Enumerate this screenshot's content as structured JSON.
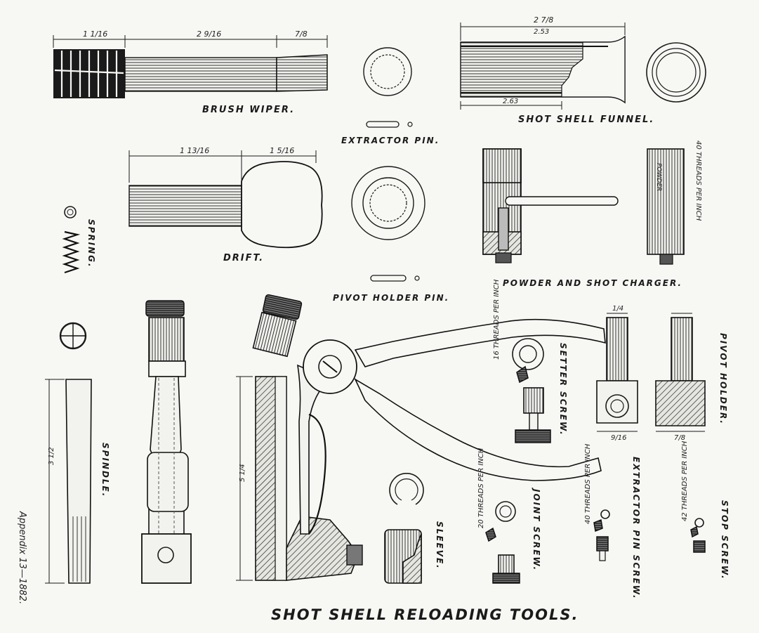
{
  "title": "SHOT SHELL RELOADING TOOLS.",
  "margin_note": "Appendix 13—1882.",
  "parts": {
    "brush_wiper": "BRUSH WIPER.",
    "extractor_pin": "EXTRACTOR PIN.",
    "shot_shell_funnel": "SHOT SHELL FUNNEL.",
    "drift": "DRIFT.",
    "spring": "SPRING.",
    "pivot_holder_pin": "PIVOT HOLDER PIN.",
    "powder_and_shot_charger": "POWDER AND SHOT CHARGER.",
    "spindle": "SPINDLE.",
    "setter_screw": "SETTER SCREW.",
    "pivot_holder": "PIVOT HOLDER.",
    "sleeve": "SLEEVE.",
    "joint_screw": "JOINT SCREW.",
    "extractor_pin_screw": "EXTRACTOR PIN SCREW.",
    "stop_screw": "STOP SCREW."
  },
  "dimensions": {
    "brush_wiper_a": "1 1/16",
    "brush_wiper_b": "2 9/16",
    "brush_wiper_c": "7/8",
    "funnel_top": "2 7/8",
    "funnel_top_mm": "2.53",
    "funnel_bottom": "2.63",
    "drift_a": "1 13/16",
    "drift_b": "1 5/16",
    "charger_threads": "40 THREADS PER INCH",
    "charger_scale": "POWDER",
    "setter_threads": "16 THREADS PER INCH",
    "joint_threads": "20 THREADS PER INCH",
    "extractor_threads": "40 THREADS PER INCH",
    "stop_threads": "42 THREADS PER INCH",
    "pivot_a": "1/4",
    "pivot_b": "9/16",
    "pivot_c": "7/8",
    "spindle_len": "3 1/2",
    "handle_len": "5 1/4"
  }
}
